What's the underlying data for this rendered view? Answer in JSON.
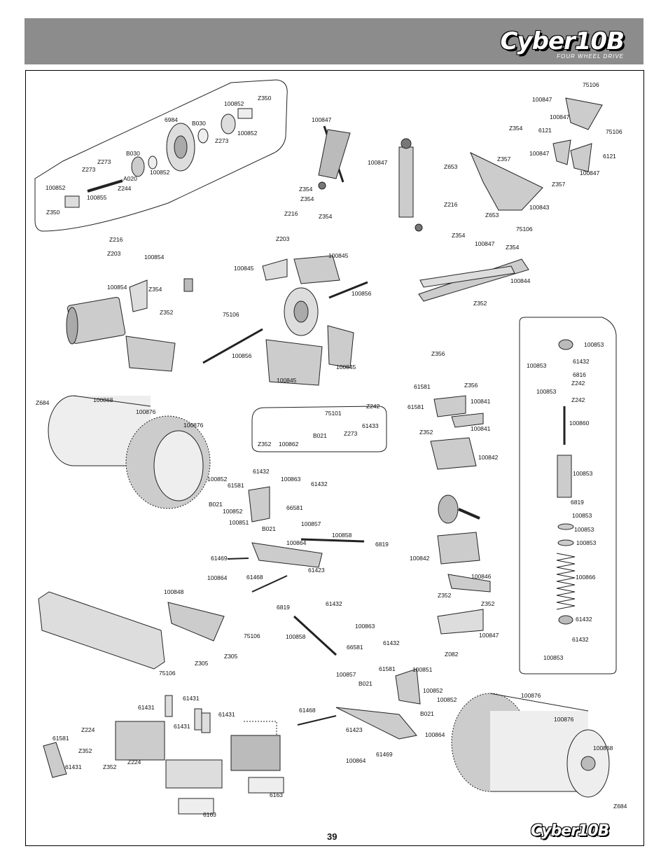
{
  "header": {
    "logo_main": "Cyber10B",
    "logo_sub": "FOUR WHEEL DRIVE"
  },
  "footer": {
    "page_number": "39",
    "logo": "Cyber10B"
  },
  "callouts": [
    "Z350",
    "100852",
    "100852",
    "6984",
    "B030",
    "Z273",
    "B030",
    "Z273",
    "Z273",
    "100852",
    "A020",
    "Z244",
    "100852",
    "100855",
    "Z350",
    "100847",
    "100847",
    "Z354",
    "Z354",
    "75106",
    "100847",
    "100847",
    "Z354",
    "75106",
    "6121",
    "100847",
    "6121",
    "Z357",
    "100847",
    "Z357",
    "Z653",
    "Z216",
    "Z653",
    "100843",
    "Z216",
    "Z354",
    "Z203",
    "100845",
    "100845",
    "Z354",
    "75106",
    "100847",
    "Z354",
    "100844",
    "Z352",
    "Z216",
    "Z203",
    "100854",
    "100854",
    "Z354",
    "Z352",
    "75106",
    "100856",
    "100856",
    "100845",
    "100845",
    "100853",
    "100853",
    "61432",
    "6816",
    "100853",
    "Z242",
    "Z242",
    "100860",
    "100853",
    "6819",
    "100853",
    "100853",
    "100853",
    "100866",
    "61432",
    "61432",
    "100853",
    "Z356",
    "Z356",
    "61581",
    "100841",
    "61581",
    "Z352",
    "100841",
    "100842",
    "100842",
    "100846",
    "Z352",
    "Z352",
    "100847",
    "Z082",
    "Z684",
    "100868",
    "100876",
    "100876",
    "75101",
    "Z242",
    "61433",
    "Z352",
    "100862",
    "B021",
    "Z273",
    "100852",
    "61581",
    "61432",
    "100863",
    "61432",
    "B021",
    "100852",
    "66581",
    "100851",
    "100857",
    "B021",
    "100864",
    "100858",
    "6819",
    "61469",
    "100864",
    "61468",
    "61423",
    "100848",
    "75106",
    "Z305",
    "75106",
    "Z305",
    "6819",
    "61432",
    "100858",
    "100863",
    "61432",
    "66581",
    "100857",
    "61581",
    "B021",
    "100851",
    "100852",
    "100852",
    "B021",
    "100864",
    "61468",
    "61423",
    "61469",
    "100864",
    "100876",
    "100876",
    "100868",
    "Z684",
    "61431",
    "61431",
    "61431",
    "61431",
    "Z224",
    "61581",
    "Z352",
    "Z224",
    "Z352",
    "61431",
    "6163",
    "6163"
  ]
}
